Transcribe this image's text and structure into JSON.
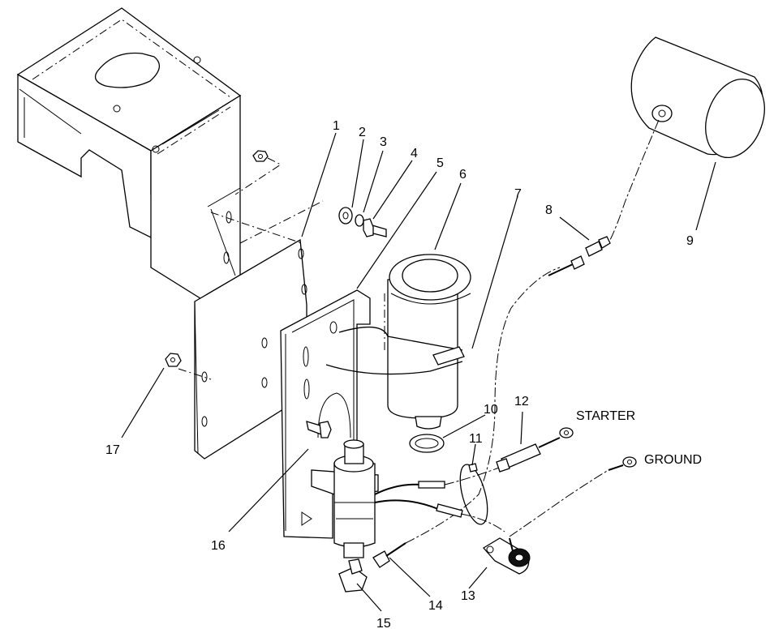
{
  "diagram": {
    "callouts": [
      "1",
      "2",
      "3",
      "4",
      "5",
      "6",
      "7",
      "8",
      "9",
      "10",
      "11",
      "12",
      "13",
      "14",
      "15",
      "16",
      "17"
    ],
    "terminals": {
      "starter": "STARTER",
      "ground": "GROUND"
    }
  }
}
